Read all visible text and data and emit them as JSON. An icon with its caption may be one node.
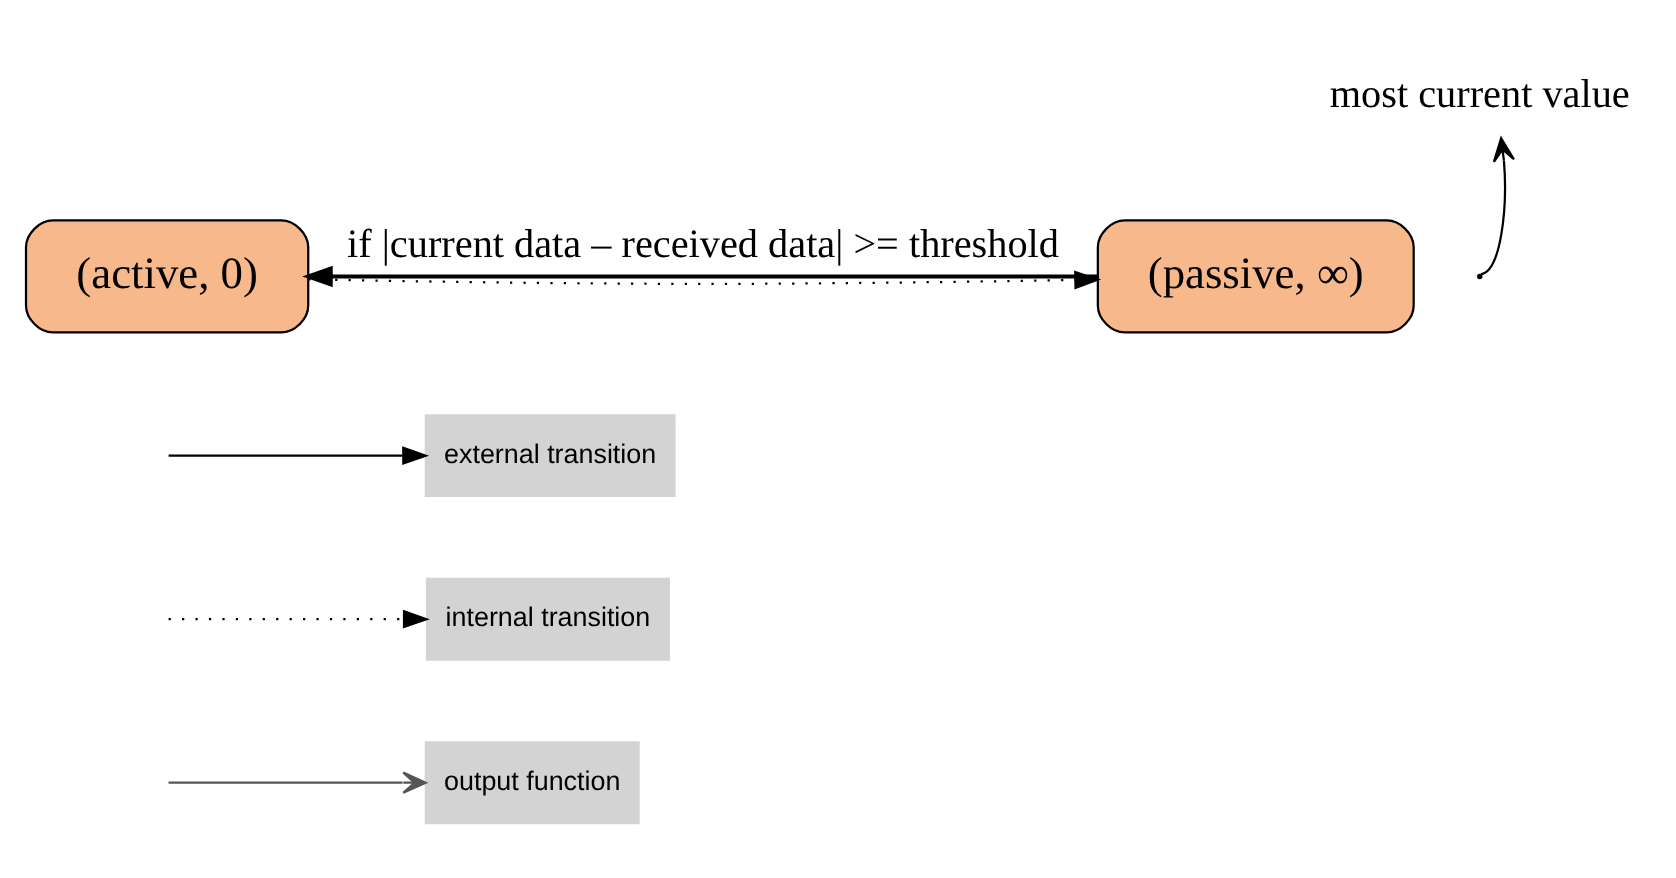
{
  "diagram": {
    "nodes": [
      {
        "text": [
          "(active, 0)"
        ]
      },
      {
        "text": [
          "(passive, ∞)"
        ]
      },
      {
        "text": [
          "most current value"
        ]
      }
    ],
    "edges": [
      {
        "from": 0,
        "to": 1,
        "arrow": "to",
        "style": "dashed"
      },
      {
        "from": 1,
        "to": 0,
        "arrow": "to",
        "label": "if |current data – received data| >= threshold"
      },
      {
        "from": null,
        "to": 2,
        "arrow": "to"
      }
    ],
    "legend": [
      {
        "text": "external transition"
      },
      {
        "text": "internal transition"
      },
      {
        "text": "output function"
      }
    ]
  }
}
